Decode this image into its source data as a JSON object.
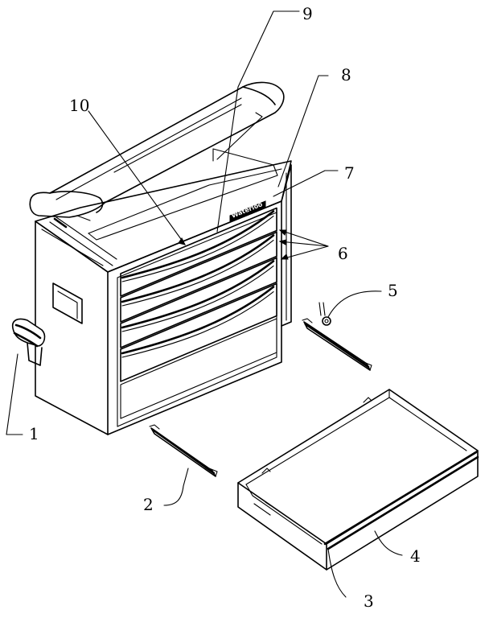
{
  "brand_badge": "Waterloo",
  "callouts": [
    {
      "id": "1",
      "label": "1"
    },
    {
      "id": "2",
      "label": "2"
    },
    {
      "id": "3",
      "label": "3"
    },
    {
      "id": "4",
      "label": "4"
    },
    {
      "id": "5",
      "label": "5"
    },
    {
      "id": "6",
      "label": "6"
    },
    {
      "id": "7",
      "label": "7"
    },
    {
      "id": "8",
      "label": "8"
    },
    {
      "id": "9",
      "label": "9"
    },
    {
      "id": "10",
      "label": "10"
    }
  ]
}
